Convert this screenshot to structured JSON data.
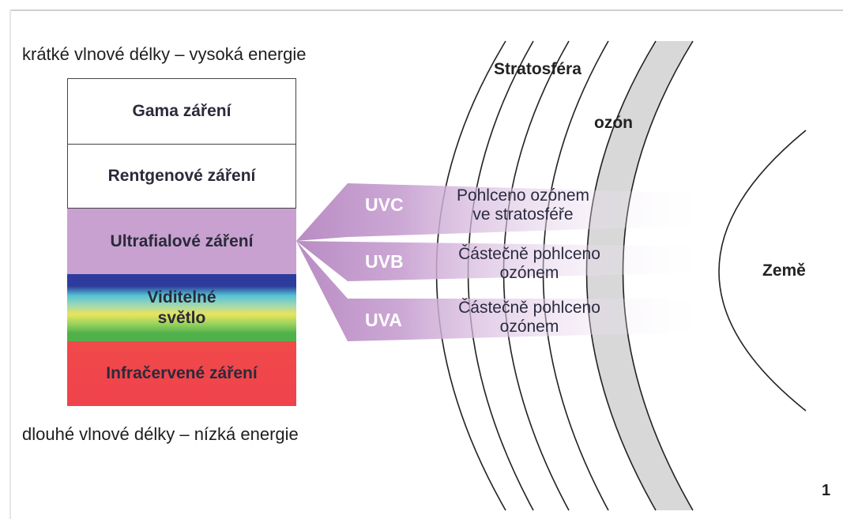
{
  "captions": {
    "top": "krátké vlnové délky – vysoká energie",
    "bottom": "dlouhé vlnové délky – nízká energie"
  },
  "spectrum": {
    "gamma": "Gama záření",
    "xray": "Rentgenové záření",
    "uv": "Ultrafialové záření",
    "visible_line1": "Viditelné",
    "visible_line2": "světlo",
    "infrared": "Infračervené záření"
  },
  "uv_rays": [
    {
      "label": "UVC",
      "desc_line1": "Pohlceno ozónem",
      "desc_line2": "ve stratosféře"
    },
    {
      "label": "UVB",
      "desc_line1": "Částečně pohlceno",
      "desc_line2": "ozónem"
    },
    {
      "label": "UVA",
      "desc_line1": "Částečně pohlceno",
      "desc_line2": "ozónem"
    }
  ],
  "layers": {
    "stratosphere": "Stratosféra",
    "ozone": "ozón",
    "earth": "Země"
  },
  "page_number": "1",
  "colors": {
    "uv_purple": "#c8a1d0",
    "ray_purple": "#b98cc4",
    "ozone_band": "#d8d8d8"
  }
}
